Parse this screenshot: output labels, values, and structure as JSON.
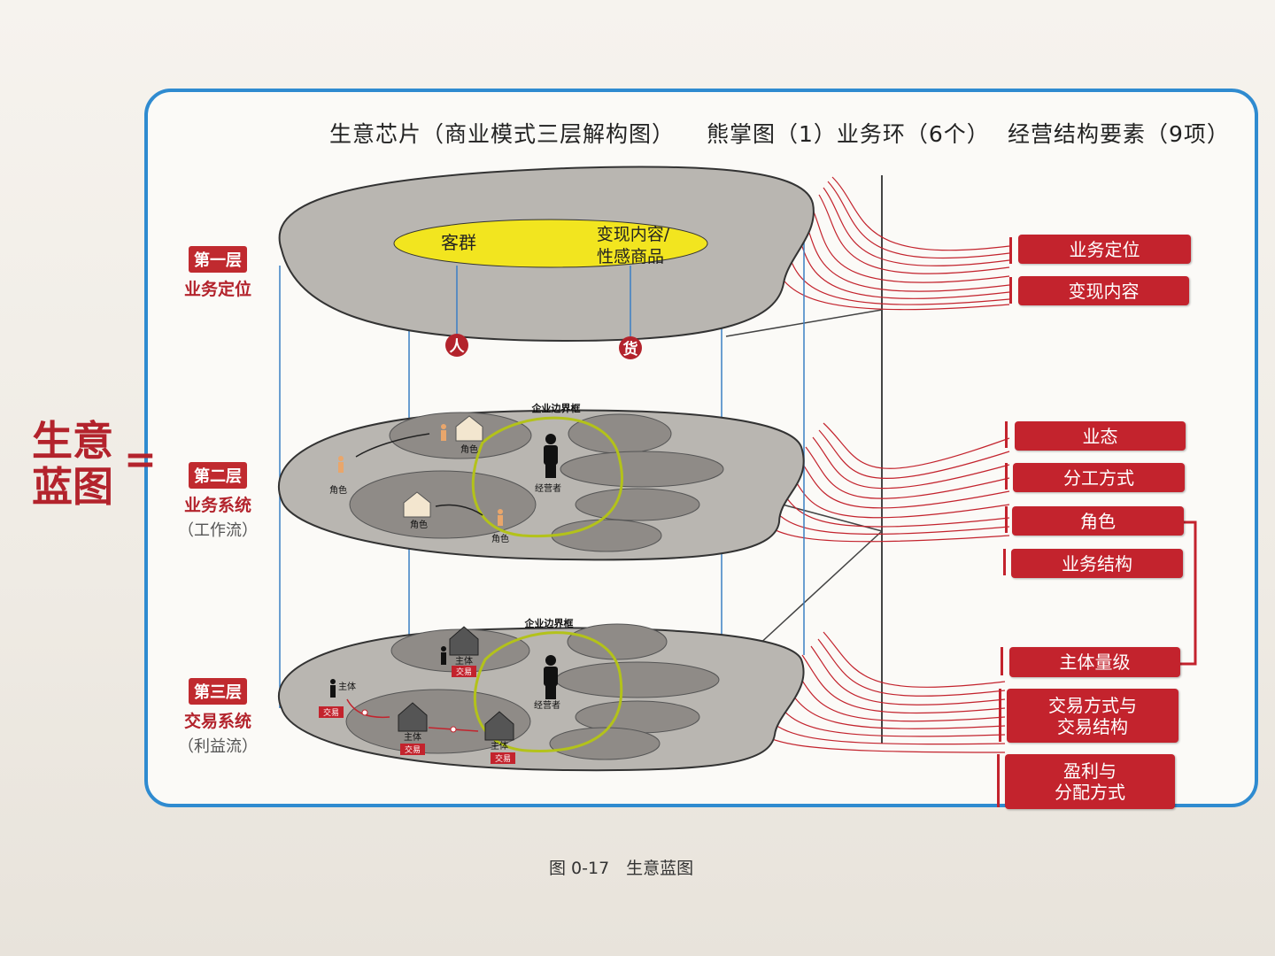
{
  "header": {
    "title": "生意芯片（商业模式三层解构图）",
    "subtitle": "熊掌图（1）业务环（6个）",
    "elements": "经营结构要素（9项）"
  },
  "blueprint": {
    "title_line1": "生意",
    "title_line2": "蓝图",
    "equals": "="
  },
  "layers": [
    {
      "tag": "第一层",
      "name": "业务定位",
      "sub": ""
    },
    {
      "tag": "第二层",
      "name": "业务系统",
      "sub": "（工作流）"
    },
    {
      "tag": "第三层",
      "name": "交易系统",
      "sub": "（利益流）"
    }
  ],
  "layer1": {
    "customer": "客群",
    "content_line1": "变现内容/",
    "content_line2": "性感商品",
    "people_badge": "人",
    "goods_badge": "货"
  },
  "layer2": {
    "boundary": "企业边界框",
    "operator": "经营者",
    "role": "角色"
  },
  "layer3": {
    "boundary": "企业边界框",
    "operator": "经营者",
    "subject": "主体",
    "trade": "交易"
  },
  "elements": [
    "业务定位",
    "变现内容",
    "业态",
    "分工方式",
    "角色",
    "业务结构",
    "主体量级",
    "交易方式与\n交易结构",
    "盈利与\n分配方式"
  ],
  "caption": "图 0-17　生意蓝图",
  "colors": {
    "accent_red": "#c3232d",
    "frame_blue": "#2f8bd0",
    "yellow": "#f2e51f"
  }
}
